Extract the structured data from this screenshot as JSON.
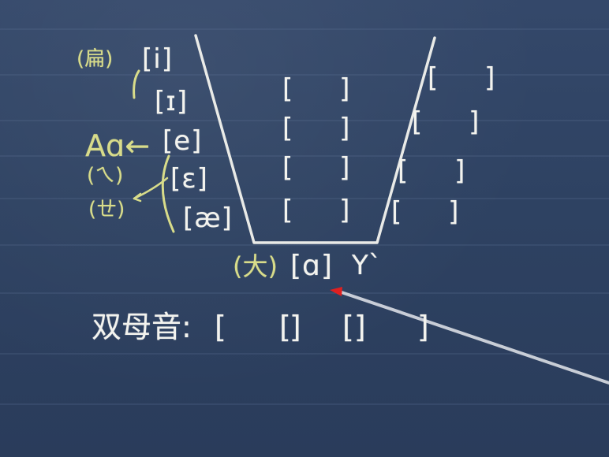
{
  "vowels": {
    "i": "[i]",
    "small_i": "[ɪ]",
    "e": "[e]",
    "open_e": "[ɛ]",
    "ae": "[æ]",
    "a": "[ɑ]"
  },
  "notes": {
    "flat": "(扁)",
    "a_letters": "Aɑ←",
    "bopomofo_ei": "(ㄟ)",
    "bopomofo_eh": "(ㄝ)",
    "bopomofo_da": "(大)",
    "ya": "Y`"
  },
  "empty_slot": "[ ]",
  "diphthong": {
    "label": "双母音:",
    "slots": [
      "[ ]",
      "[ ]",
      "[ ]"
    ]
  },
  "colors": {
    "board": "#2e4262",
    "chalk_white": "#f3f3ee",
    "chalk_yellow": "#d8dc8a",
    "pointer_tip": "#e02020"
  }
}
